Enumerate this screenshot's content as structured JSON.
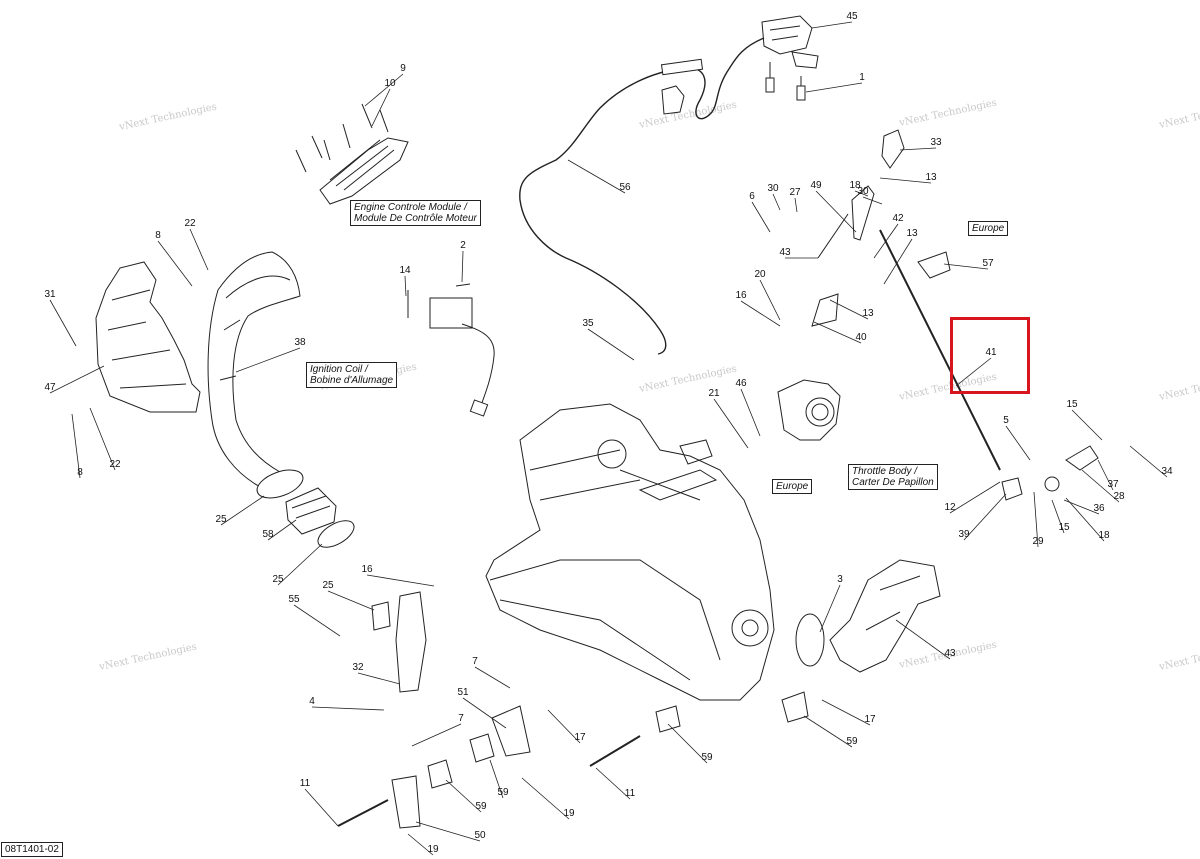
{
  "watermark": "vNext Technologies",
  "diagram_code": "08T1401-02",
  "colors": {
    "highlight": "#d8151c",
    "line": "#222222",
    "watermark": "#c9c9c9"
  },
  "callout_boxes": {
    "ecm": [
      "Engine Controle Module /",
      "Module De Contrôle Moteur"
    ],
    "ignition": [
      "Ignition Coil /",
      "Bobine d'Allumage"
    ],
    "throttle": [
      "Throttle Body /",
      "Carter De Papillon"
    ],
    "europe_top": [
      "Europe"
    ],
    "europe_mid": [
      "Europe"
    ]
  },
  "part_numbers": [
    "45",
    "1",
    "9",
    "10",
    "56",
    "33",
    "13",
    "30",
    "27",
    "49",
    "18",
    "30",
    "6",
    "42",
    "13",
    "22",
    "8",
    "2",
    "43",
    "57",
    "31",
    "14",
    "20",
    "16",
    "13",
    "40",
    "38",
    "35",
    "41",
    "47",
    "46",
    "21",
    "15",
    "5",
    "8",
    "22",
    "34",
    "37",
    "28",
    "12",
    "36",
    "39",
    "15",
    "29",
    "18",
    "25",
    "58",
    "16",
    "25",
    "3",
    "55",
    "25",
    "32",
    "4",
    "7",
    "51",
    "17",
    "43",
    "7",
    "17",
    "59",
    "59",
    "59",
    "11",
    "59",
    "19",
    "50",
    "11",
    "19"
  ]
}
